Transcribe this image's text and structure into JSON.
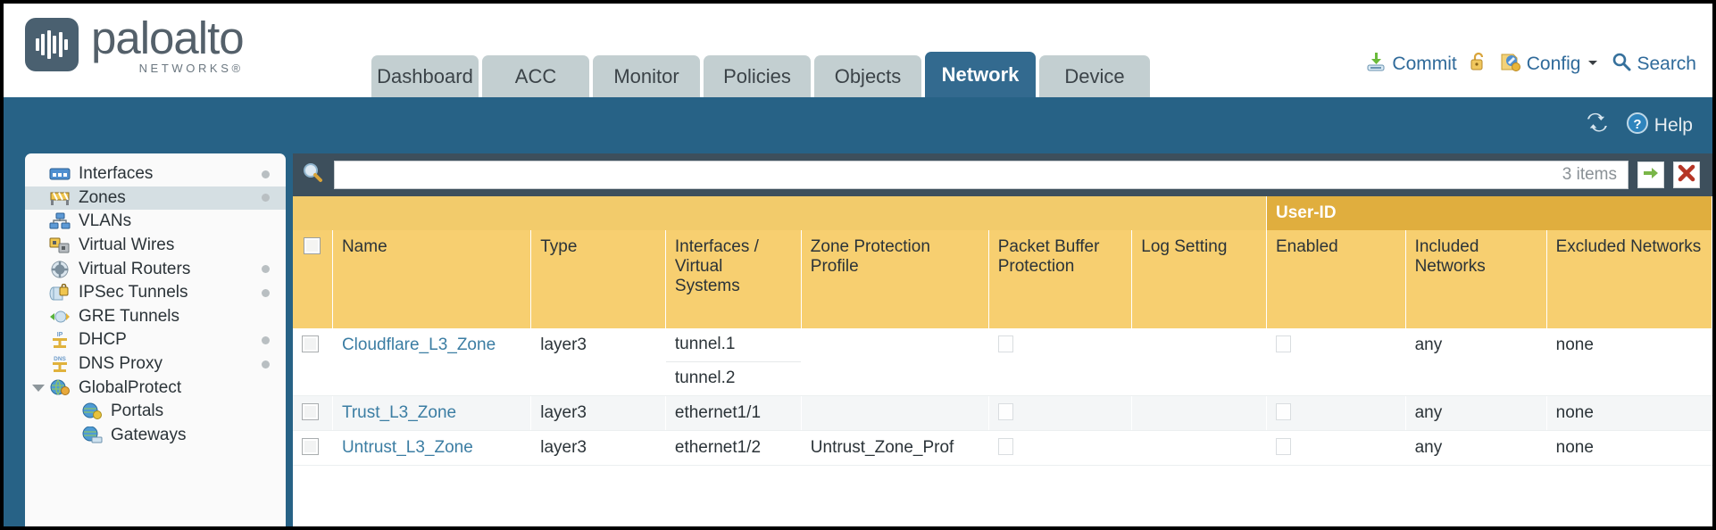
{
  "brand": {
    "name": "paloalto",
    "sub": "NETWORKS®",
    "logo_icon": "paloalto-logo-icon"
  },
  "nav": {
    "tabs": [
      {
        "label": "Dashboard",
        "active": false
      },
      {
        "label": "ACC",
        "active": false
      },
      {
        "label": "Monitor",
        "active": false
      },
      {
        "label": "Policies",
        "active": false
      },
      {
        "label": "Objects",
        "active": false
      },
      {
        "label": "Network",
        "active": true
      },
      {
        "label": "Device",
        "active": false
      }
    ]
  },
  "utility": {
    "commit": {
      "label": "Commit",
      "icon": "commit-save-icon"
    },
    "lock": {
      "icon": "unlock-padlock-icon"
    },
    "config": {
      "label": "Config",
      "icon": "config-wrench-icon",
      "caret": "chevron-down-icon"
    },
    "search": {
      "label": "Search",
      "icon": "magnifier-icon"
    }
  },
  "actionbar": {
    "refresh": {
      "icon": "refresh-icon"
    },
    "help": {
      "label": "Help",
      "icon": "help-question-icon"
    }
  },
  "sidebar": {
    "items": [
      {
        "label": "Interfaces",
        "icon": "interfaces-icon",
        "selected": false,
        "dot": true,
        "child": false,
        "caret": false
      },
      {
        "label": "Zones",
        "icon": "zones-icon",
        "selected": true,
        "dot": true,
        "child": false,
        "caret": false
      },
      {
        "label": "VLANs",
        "icon": "vlans-icon",
        "selected": false,
        "dot": false,
        "child": false,
        "caret": false
      },
      {
        "label": "Virtual Wires",
        "icon": "virtual-wires-icon",
        "selected": false,
        "dot": false,
        "child": false,
        "caret": false
      },
      {
        "label": "Virtual Routers",
        "icon": "virtual-routers-icon",
        "selected": false,
        "dot": true,
        "child": false,
        "caret": false
      },
      {
        "label": "IPSec Tunnels",
        "icon": "ipsec-tunnels-icon",
        "selected": false,
        "dot": true,
        "child": false,
        "caret": false
      },
      {
        "label": "GRE Tunnels",
        "icon": "gre-tunnels-icon",
        "selected": false,
        "dot": false,
        "child": false,
        "caret": false
      },
      {
        "label": "DHCP",
        "icon": "dhcp-icon",
        "selected": false,
        "dot": true,
        "child": false,
        "caret": false
      },
      {
        "label": "DNS Proxy",
        "icon": "dns-proxy-icon",
        "selected": false,
        "dot": true,
        "child": false,
        "caret": false
      },
      {
        "label": "GlobalProtect",
        "icon": "globalprotect-icon",
        "selected": false,
        "dot": false,
        "child": false,
        "caret": true
      },
      {
        "label": "Portals",
        "icon": "portals-icon",
        "selected": false,
        "dot": false,
        "child": true,
        "caret": false
      },
      {
        "label": "Gateways",
        "icon": "gateways-icon",
        "selected": false,
        "dot": false,
        "child": true,
        "caret": false
      }
    ]
  },
  "search": {
    "icon": "magnifier-icon",
    "value": "",
    "placeholder": "",
    "item_count": "3 items",
    "apply": {
      "icon": "arrow-right-green-icon"
    },
    "clear": {
      "icon": "close-red-x-icon"
    }
  },
  "table": {
    "group_header": {
      "label": "User-ID"
    },
    "columns": [
      "Name",
      "Type",
      "Interfaces / Virtual Systems",
      "Zone Protection Profile",
      "Packet Buffer Protection",
      "Log Setting",
      "Enabled",
      "Included Networks",
      "Excluded Networks"
    ],
    "rows": [
      {
        "selected": false,
        "name": "Cloudflare_L3_Zone",
        "type": "layer3",
        "interfaces": [
          "tunnel.1",
          "tunnel.2"
        ],
        "zone_protection_profile": "",
        "packet_buffer_protection": false,
        "log_setting": "",
        "userid_enabled": false,
        "included_networks": "any",
        "excluded_networks": "none"
      },
      {
        "selected": false,
        "name": "Trust_L3_Zone",
        "type": "layer3",
        "interfaces": [
          "ethernet1/1"
        ],
        "zone_protection_profile": "",
        "packet_buffer_protection": false,
        "log_setting": "",
        "userid_enabled": false,
        "included_networks": "any",
        "excluded_networks": "none"
      },
      {
        "selected": false,
        "name": "Untrust_L3_Zone",
        "type": "layer3",
        "interfaces": [
          "ethernet1/2"
        ],
        "zone_protection_profile": "Untrust_Zone_Prof",
        "packet_buffer_protection": false,
        "log_setting": "",
        "userid_enabled": false,
        "included_networks": "any",
        "excluded_networks": "none"
      }
    ]
  },
  "colors": {
    "brand_blue": "#276286",
    "tab_active": "#336a8f",
    "tab_inactive": "#c3cfd1",
    "header_amber": "#f7cf70",
    "group_amber": "#e0ae3e",
    "link_blue": "#3b7da3",
    "searchbar_slate": "#3d4f5c"
  }
}
